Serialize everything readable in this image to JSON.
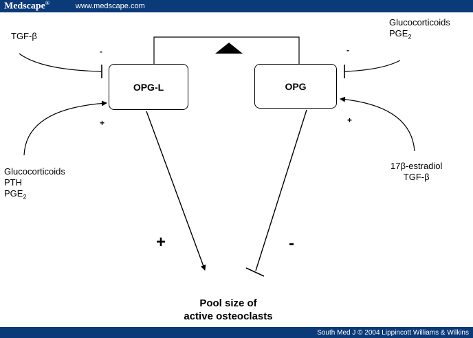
{
  "header": {
    "brand": "Medscape",
    "brand_mark": "®",
    "site": "www.medscape.com"
  },
  "footer": {
    "credit": "South Med J © 2004 Lippincott Williams & Wilkins"
  },
  "nodes": {
    "opgl": "OPG-L",
    "opg": "OPG",
    "pool_line1": "Pool size of",
    "pool_line2": "active osteoclasts"
  },
  "regulators": {
    "left_top": "TGF-β",
    "left_bottom": [
      "Glucocorticoids",
      "PTH",
      "PGE"
    ],
    "left_bottom_sub": "2",
    "right_top": [
      "Glucocorticoids",
      "PGE"
    ],
    "right_top_sub": "2",
    "right_bottom": [
      "17β-estradiol",
      "TGF-β"
    ]
  },
  "signs": {
    "left_top": "-",
    "left_bottom": "+",
    "right_top": "-",
    "right_bottom": "+",
    "opgl_effect": "+",
    "opg_effect": "-"
  }
}
